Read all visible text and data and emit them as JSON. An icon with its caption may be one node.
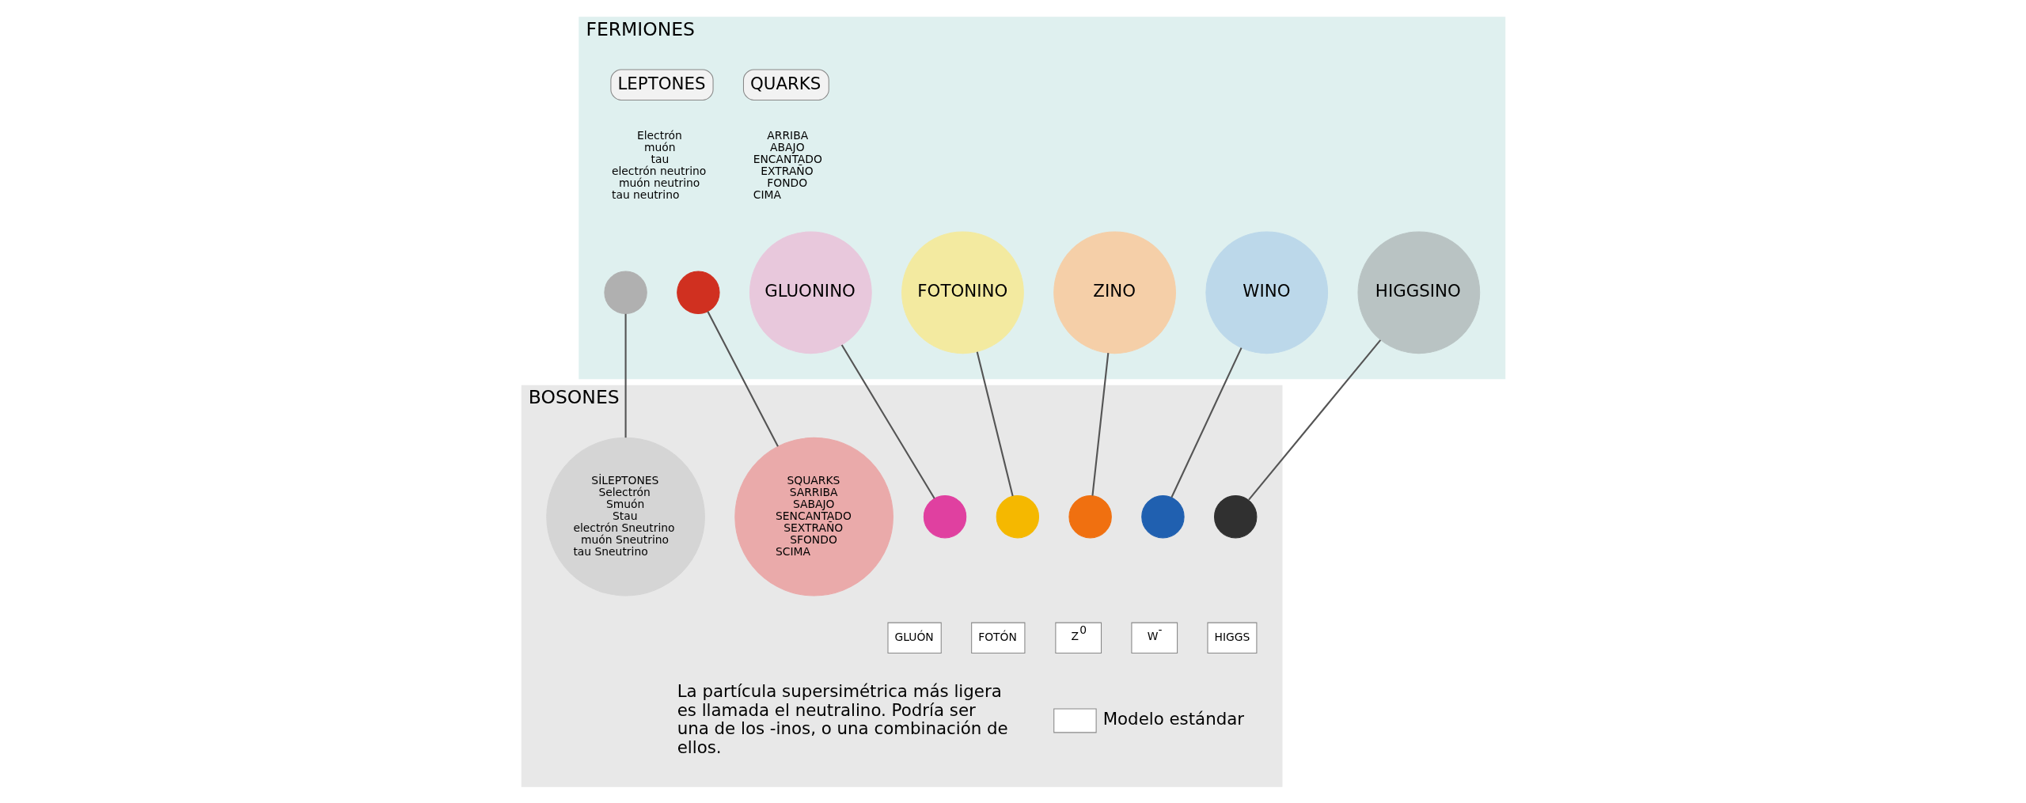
{
  "diagram": {
    "nodes": [
      {
        "text": [
          "FERMIONES"
        ]
      },
      {
        "text": [
          "BOSONES"
        ]
      },
      {
        "text": [
          "LEPTONES"
        ],
        "in": 0
      },
      {
        "text": [],
        "shape": "circle",
        "in": 0
      },
      {
        "text": [
          "QUARKS"
        ],
        "in": 0
      },
      {
        "text": [],
        "shape": "circle",
        "in": 0
      },
      {
        "text": [
          "GLUONINO"
        ],
        "in": 0
      },
      {
        "text": [
          "FOTONINO"
        ],
        "in": 0
      },
      {
        "text": [
          "ZINO"
        ],
        "in": 0
      },
      {
        "text": [
          "WINO"
        ],
        "in": 0
      },
      {
        "text": [
          "HIGGSINO"
        ],
        "in": 0
      },
      {
        "text": [
          "SİLEPTONES",
          "Selectrón",
          "Smuón",
          "Stau",
          "electrón Sneutrino",
          "muón Sneutrino",
          "tau Sneutrino"
        ],
        "in": 1
      },
      {
        "text": [
          "SQUARKS",
          "SARRIBA",
          "SABAJO",
          "SENCANTADO",
          "SEXTRAÑO",
          "SFONDO",
          "SCIMA"
        ],
        "in": 1
      },
      {
        "text": [],
        "shape": "circle",
        "in": 1
      },
      {
        "text": [
          "GLUÓN"
        ],
        "in": 1
      },
      {
        "text": [],
        "shape": "circle",
        "in": 1
      },
      {
        "text": [
          "FOTÓN"
        ],
        "in": 1
      },
      {
        "text": [],
        "shape": "circle",
        "in": 1
      },
      {
        "text": [
          "Z$^{0}$"
        ],
        "in": 1
      },
      {
        "text": [],
        "shape": "circle",
        "in": 1
      },
      {
        "text": [
          "W$^{-}$"
        ],
        "in": 1
      },
      {
        "text": [],
        "shape": "circle",
        "in": 1
      },
      {
        "text": [
          "HIGGS"
        ],
        "in": 1
      }
    ],
    "edges": [
      {
        "from": 3,
        "to": 11,
        "arrow": "none"
      },
      {
        "from": 5,
        "to": 12,
        "arrow": "none"
      },
      {
        "from": 6,
        "to": 13,
        "arrow": "none"
      },
      {
        "from": 7,
        "to": 15,
        "arrow": "none"
      },
      {
        "from": 8,
        "to": 17,
        "arrow": "none"
      },
      {
        "from": 9,
        "to": 19,
        "arrow": "none"
      },
      {
        "from": 10,
        "to": 21,
        "arrow": "none"
      }
    ],
    "labels": [
      "Electrón",
      "muón",
      "tau",
      "electrón neutrino",
      "muón neutrino",
      "tau neutrino",
      "ARRIBA",
      "ABAJO",
      "ENCANTADO",
      "EXTRAÑO",
      "FONDO",
      "CIMA",
      "La partícula supersimétrica más ligera es llamada el neutralino. Podría ser una de los -inos, o una combinación de ellos."
    ],
    "legend": [
      {
        "text": "Modelo estándar",
        "color": "#ffffff"
      }
    ]
  }
}
